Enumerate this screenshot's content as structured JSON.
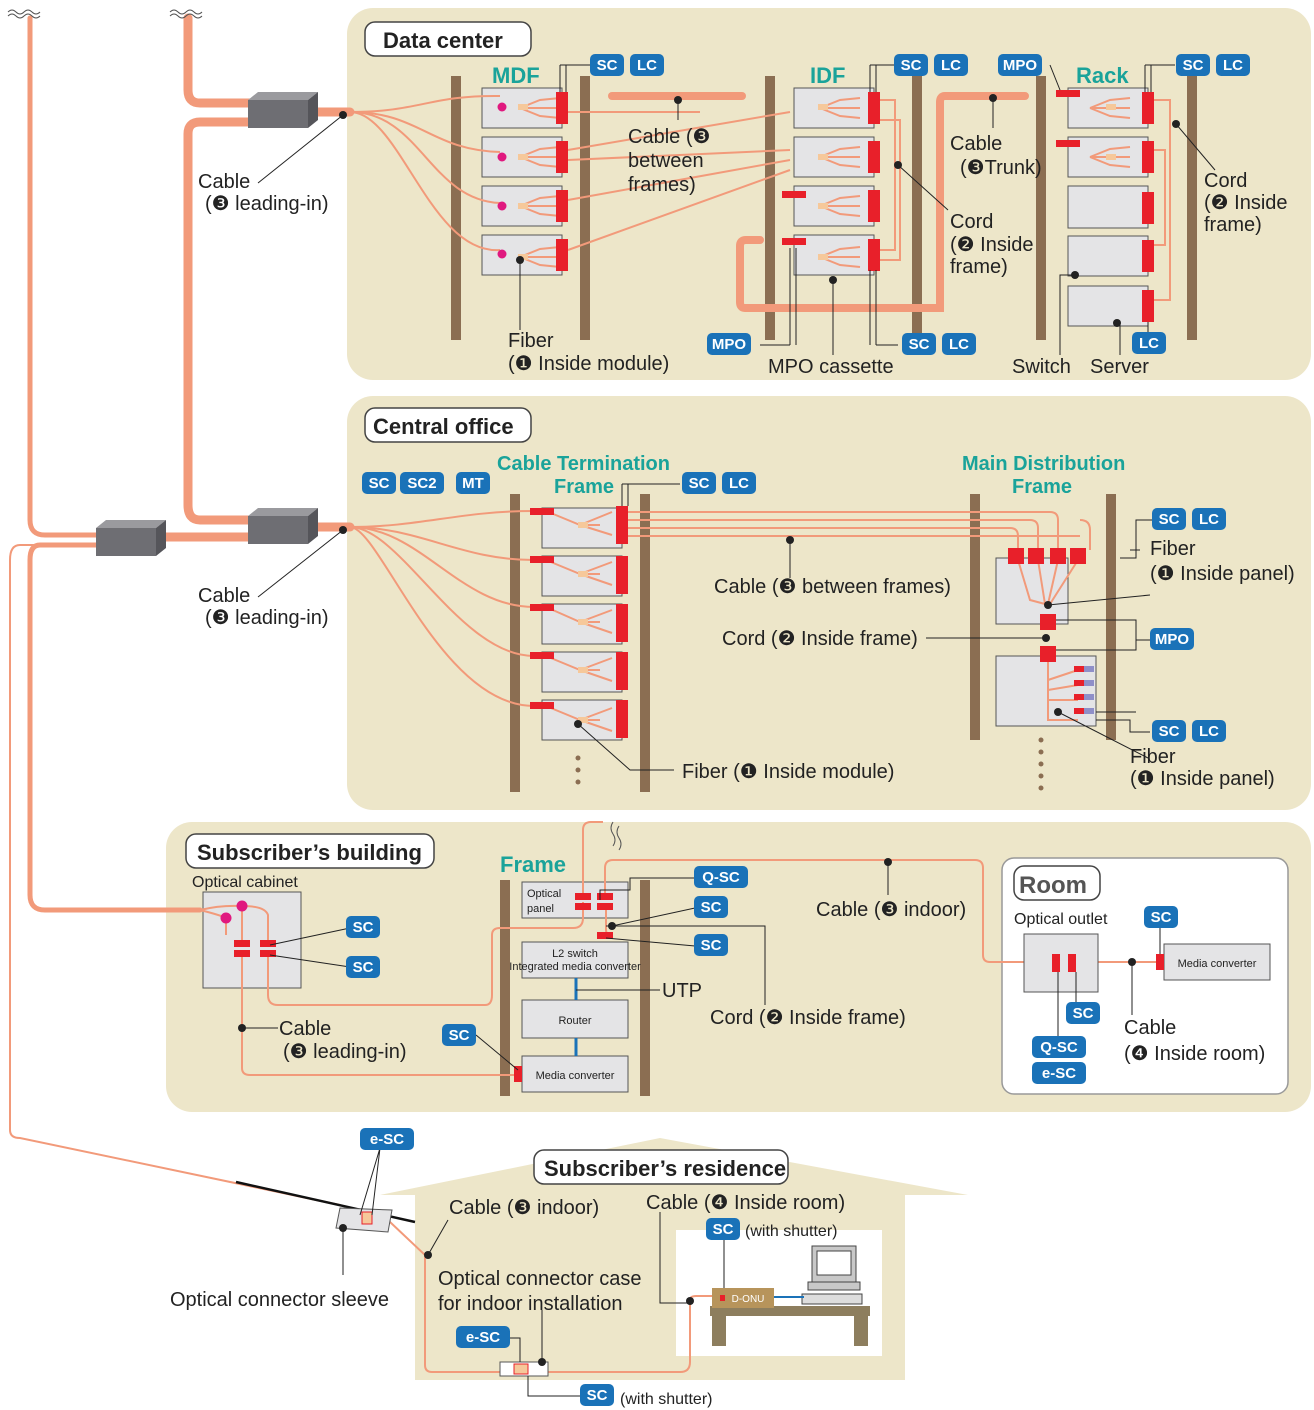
{
  "colors": {
    "section_bg": "#ede6c9",
    "cable": "#f29a7a",
    "connector": "#e8202a",
    "badge": "#1a72b8",
    "frame": "#8b6e52",
    "teal": "#1aa39a",
    "box": "#e4e4e6"
  },
  "sections": {
    "data_center": {
      "title": "Data center",
      "mdf": "MDF",
      "idf": "IDF",
      "rack": "Rack",
      "cable_leading_in": [
        "Cable",
        "(❸ leading-in)"
      ],
      "cable_between": [
        "Cable (❸",
        "between",
        "frames)"
      ],
      "cable_trunk": [
        "Cable",
        "(❸Trunk)"
      ],
      "cord_inside_idf": [
        "Cord",
        "(❷ Inside",
        "frame)"
      ],
      "cord_inside_rack": [
        "Cord",
        "(❷ Inside",
        "frame)"
      ],
      "fiber_module": [
        "Fiber",
        "(❶ Inside module)"
      ],
      "mpo_cassette": "MPO cassette",
      "switch": "Switch",
      "server": "Server"
    },
    "central_office": {
      "title": "Central office",
      "ctf": [
        "Cable Termination",
        "Frame"
      ],
      "mdf": [
        "Main Distribution",
        "Frame"
      ],
      "cable_leading_in": [
        "Cable",
        "(❸ leading-in)"
      ],
      "cable_between": "Cable (❸ between frames)",
      "cord_inside": "Cord (❷ Inside frame)",
      "fiber_module": "Fiber (❶ Inside module)",
      "fiber_panel_top": [
        "Fiber",
        "(❶ Inside panel)"
      ],
      "fiber_panel_bottom": [
        "Fiber",
        "(❶ Inside panel)"
      ]
    },
    "subscriber_building": {
      "title": "Subscriber’s building",
      "optical_cabinet": "Optical cabinet",
      "frame": "Frame",
      "optical_panel": [
        "Optical",
        "panel"
      ],
      "l2_switch": [
        "L2 switch",
        "Integrated media converter"
      ],
      "router": "Router",
      "media_converter": "Media converter",
      "utp": "UTP",
      "cable_indoor": "Cable (❸ indoor)",
      "cord_inside": "Cord (❷ Inside frame)",
      "cable_leading_in": [
        "Cable",
        "(❸ leading-in)"
      ],
      "room": "Room",
      "optical_outlet": "Optical outlet",
      "room_media_converter": "Media converter",
      "cable_inside_room": [
        "Cable",
        "(❹ Inside room)"
      ]
    },
    "residence": {
      "title": "Subscriber’s residence",
      "cable_indoor": "Cable (❸ indoor)",
      "cable_inside_room": "Cable (❹ Inside room)",
      "with_shutter_1": "(with shutter)",
      "with_shutter_2": "(with shutter)",
      "connector_case": [
        "Optical connector case",
        "for indoor installation"
      ],
      "sleeve": "Optical connector sleeve",
      "donu": "D-ONU"
    }
  },
  "badges": {
    "sc": "SC",
    "lc": "LC",
    "mpo": "MPO",
    "sc2": "SC2",
    "mt": "MT",
    "qsc": "Q-SC",
    "esc": "e-SC"
  }
}
